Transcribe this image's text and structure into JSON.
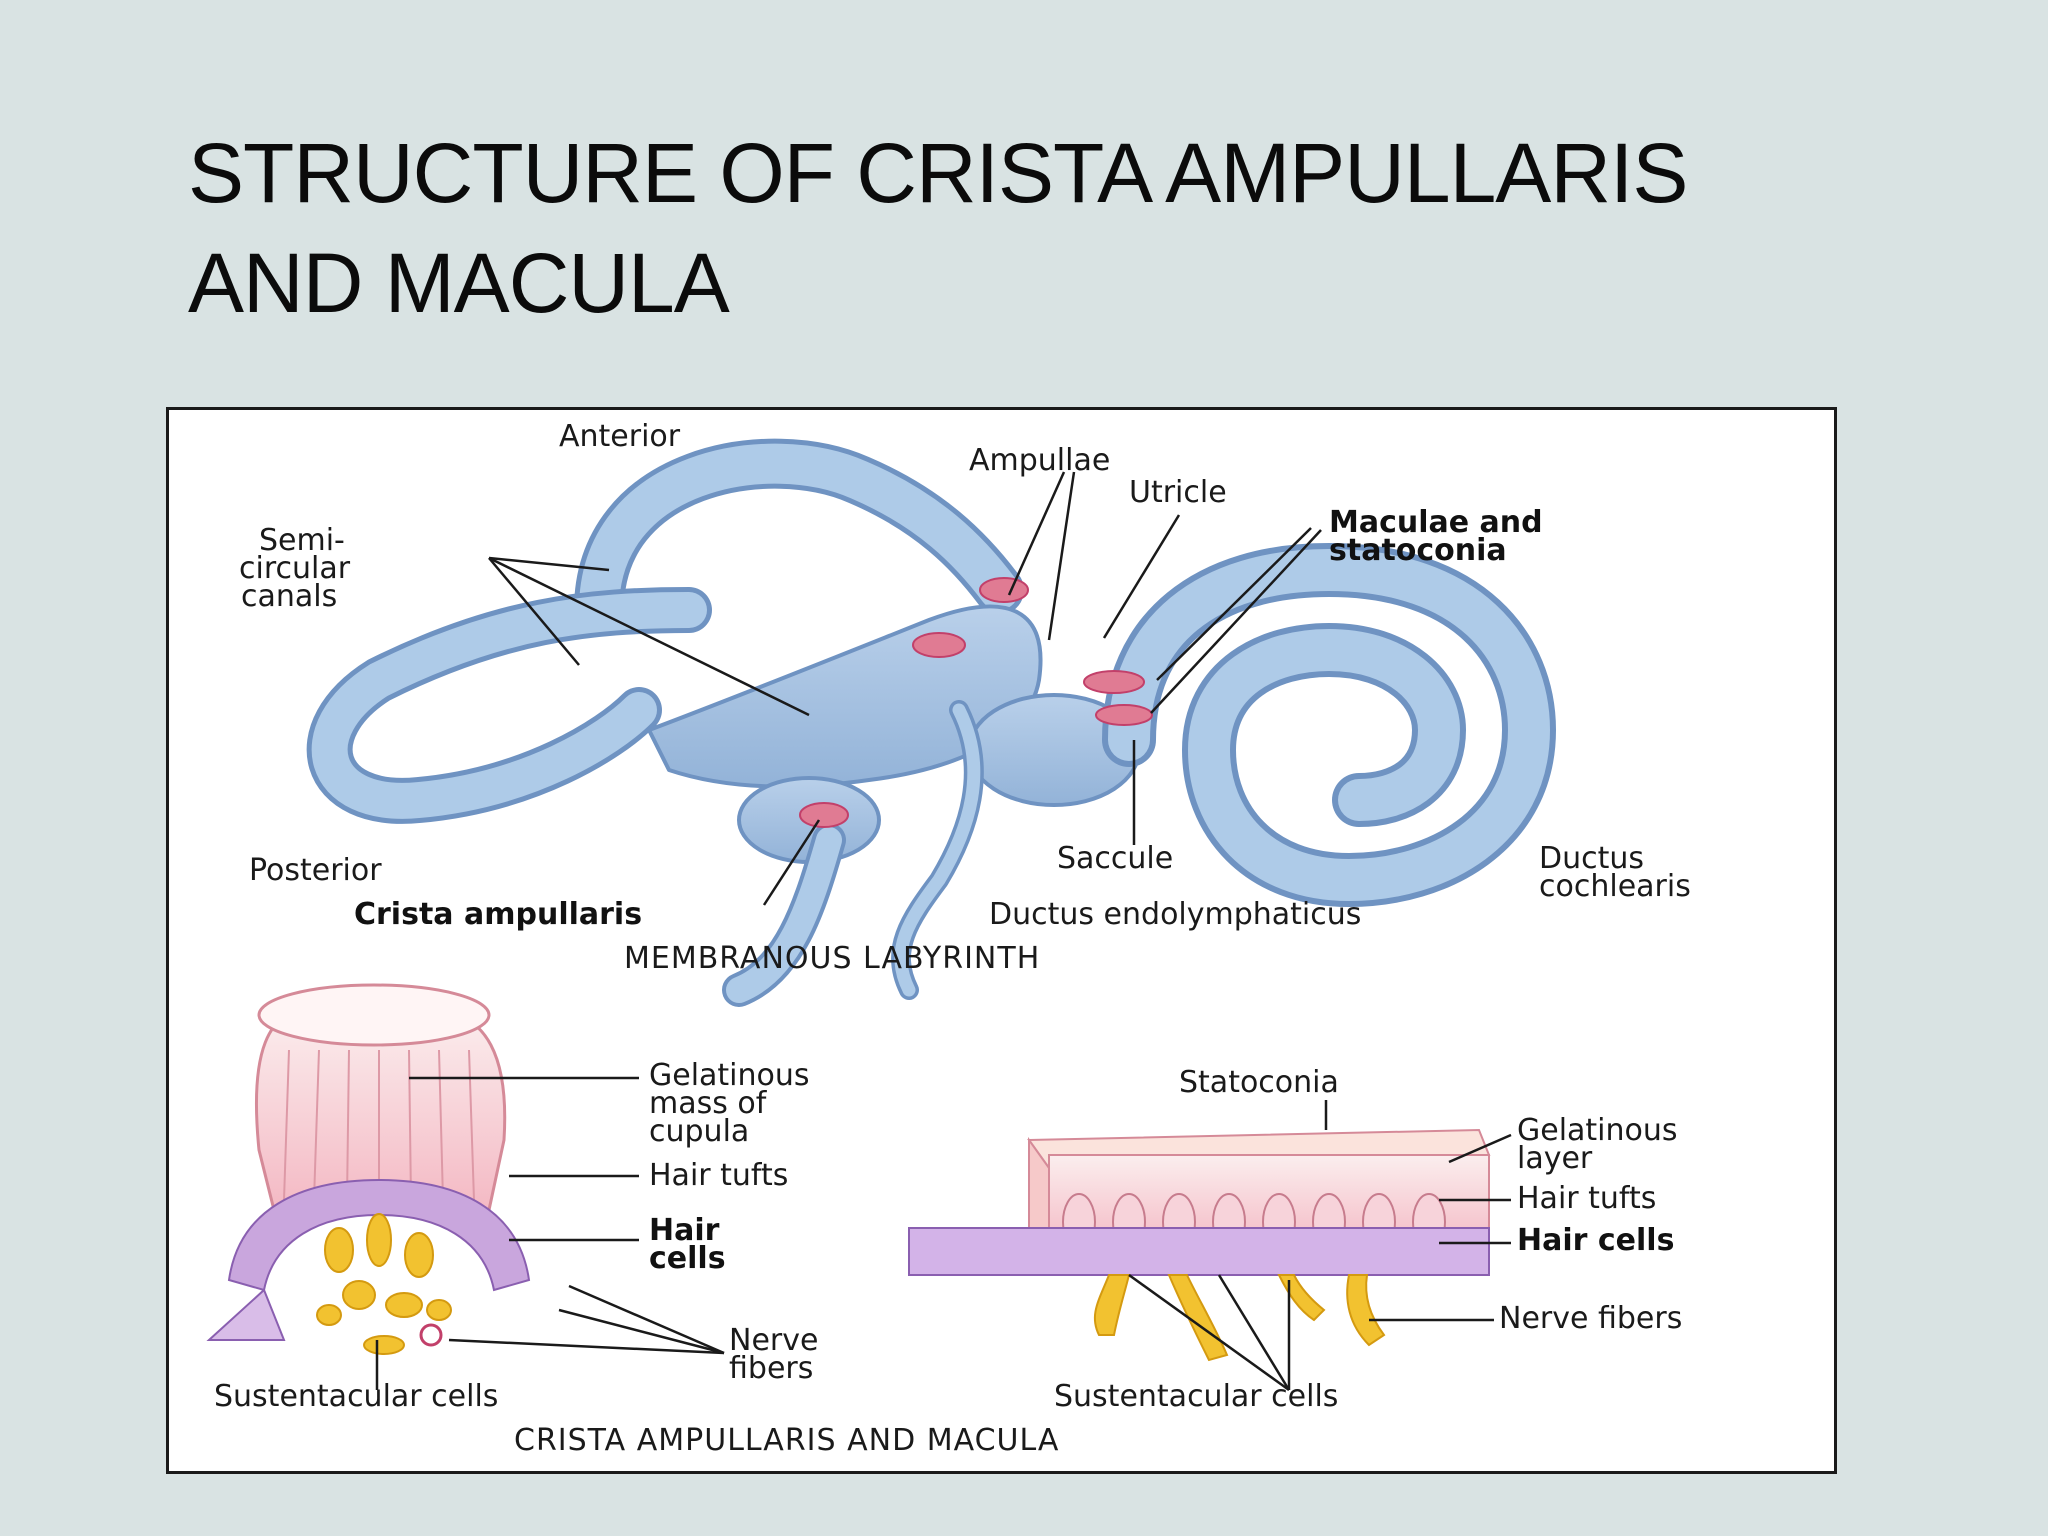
{
  "slide": {
    "title_line1": "STRUCTURE OF CRISTA AMPULLARIS",
    "title_line2": "AND MACULA"
  },
  "diagram": {
    "top": {
      "anterior": "Anterior",
      "ampullae": "Ampullae",
      "utricle": "Utricle",
      "maculae_line1": "Maculae and",
      "maculae_line2": "statoconia",
      "semi_line1": "Semi-",
      "semi_line2": "circular",
      "semi_line3": "canals",
      "posterior": "Posterior",
      "saccule": "Saccule",
      "ductus_cochlearis_line1": "Ductus",
      "ductus_cochlearis_line2": "cochlearis",
      "crista_ampullaris": "Crista ampullaris",
      "ductus_endolymphaticus": "Ductus endolymphaticus",
      "caption": "MEMBRANOUS LABYRINTH"
    },
    "crista": {
      "gelatinous_line1": "Gelatinous",
      "gelatinous_line2": "mass of",
      "gelatinous_line3": "cupula",
      "hair_tufts": "Hair tufts",
      "hair_cells_line1": "Hair",
      "hair_cells_line2": "cells",
      "nerve_line1": "Nerve",
      "nerve_line2": "fibers",
      "sustentacular": "Sustentacular cells"
    },
    "macula": {
      "statoconia": "Statoconia",
      "gel_layer_line1": "Gelatinous",
      "gel_layer_line2": "layer",
      "hair_tufts": "Hair tufts",
      "hair_cells": "Hair cells",
      "nerve_fibers": "Nerve fibers",
      "sustentacular": "Sustentacular cells"
    },
    "bottom_caption": "CRISTA AMPULLARIS AND MACULA"
  }
}
